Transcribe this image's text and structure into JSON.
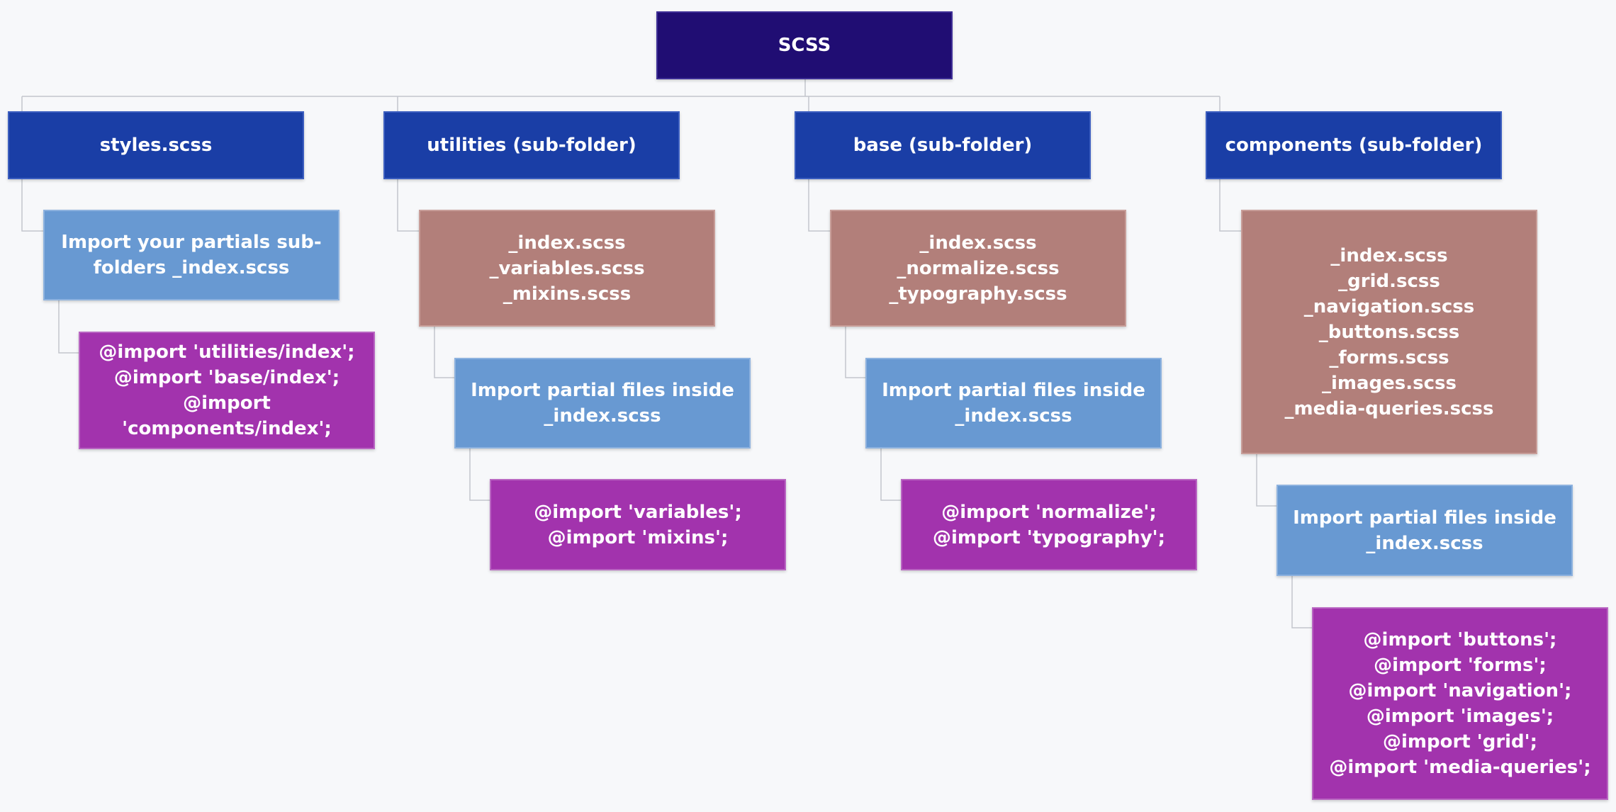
{
  "colors": {
    "background": "#f7f8fa",
    "root": "#200d73",
    "folder": "#1a3ea6",
    "note": "#6899d2",
    "files": "#b27f7a",
    "code": "#a233ad",
    "connector": "#c3c6cc"
  },
  "root": {
    "label": "SCSS"
  },
  "columns": [
    {
      "folder": "styles.scss",
      "note": "Import your partials sub-\nfolders _index.scss",
      "code": "@import 'utilities/index';\n@import 'base/index';\n@import 'components/index';"
    },
    {
      "folder": "utilities (sub-folder)",
      "files": "_index.scss\n_variables.scss\n_mixins.scss",
      "note": "Import partial files inside\n_index.scss",
      "code": "@import 'variables';\n@import 'mixins';"
    },
    {
      "folder": "base (sub-folder)",
      "files": "_index.scss\n_normalize.scss\n_typography.scss",
      "note": "Import partial files inside\n_index.scss",
      "code": "@import 'normalize';\n@import 'typography';"
    },
    {
      "folder": "components (sub-folder)",
      "files": "_index.scss\n_grid.scss\n_navigation.scss\n_buttons.scss\n_forms.scss\n_images.scss\n_media-queries.scss",
      "note": "Import partial files inside\n_index.scss",
      "code": "@import 'buttons';\n@import 'forms';\n@import 'navigation';\n@import 'images';\n@import 'grid';\n@import 'media-queries';"
    }
  ]
}
